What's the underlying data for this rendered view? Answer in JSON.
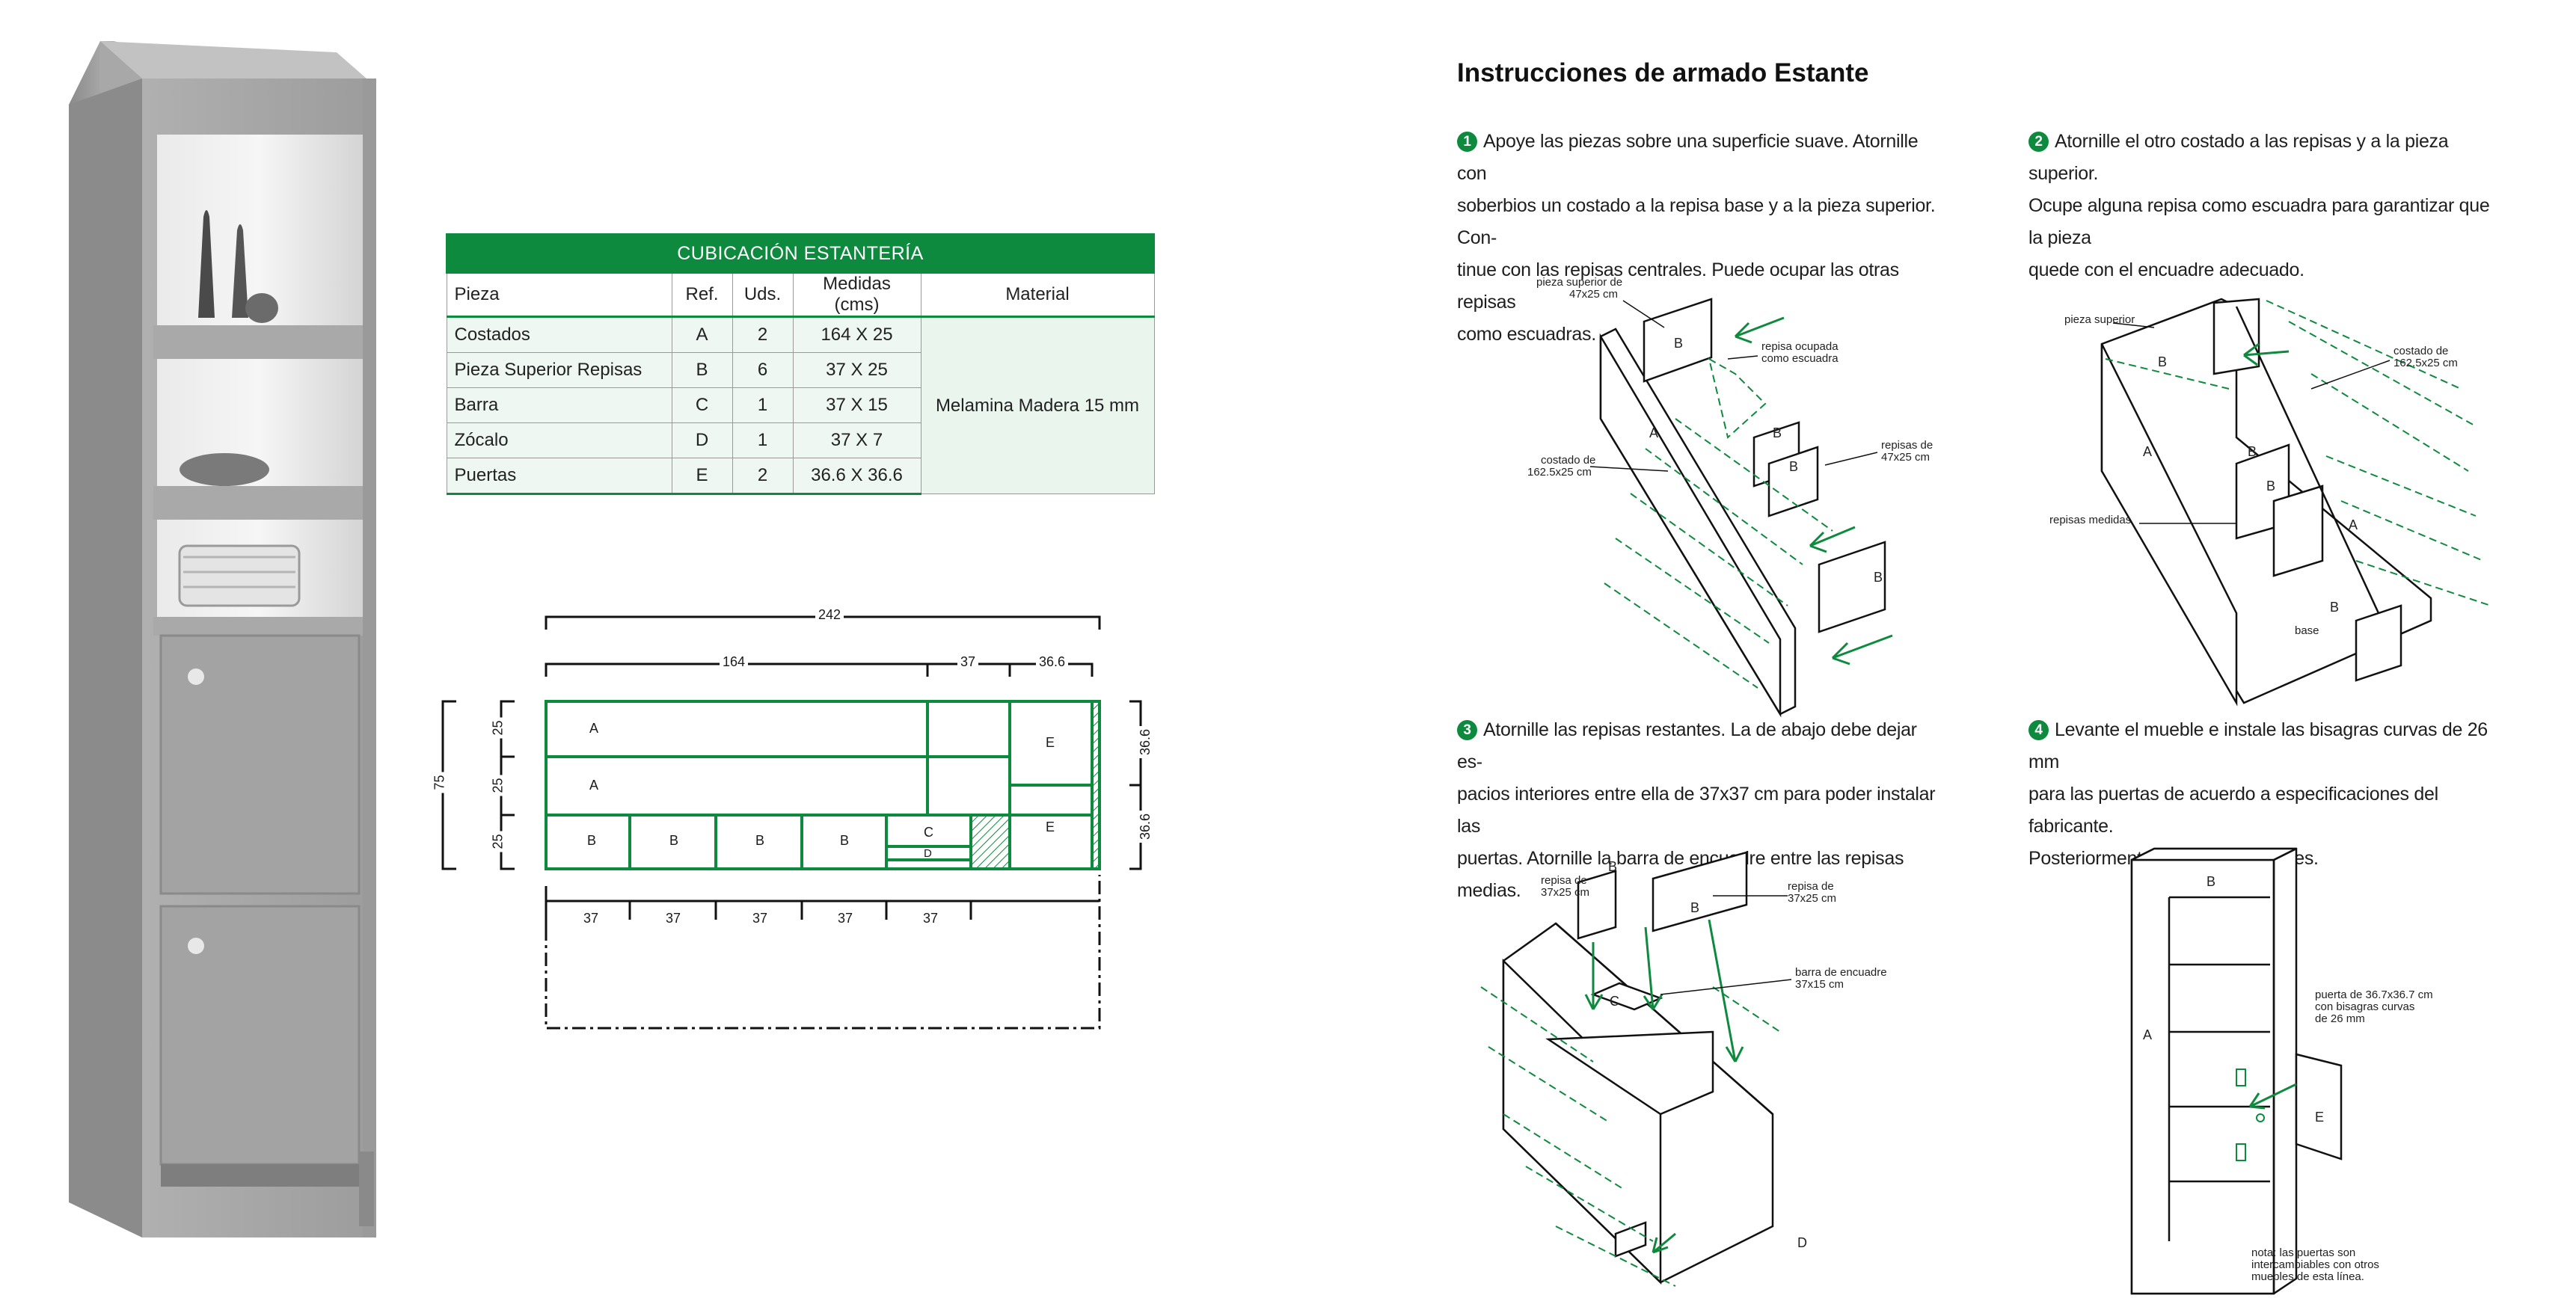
{
  "table": {
    "title": "CUBICACIÓN ESTANTERÍA",
    "headers": [
      "Pieza",
      "Ref.",
      "Uds.",
      "Medidas (cms)",
      "Material"
    ],
    "rows": [
      {
        "pieza": "Costados",
        "ref": "A",
        "uds": "2",
        "medidas": "164 X 25"
      },
      {
        "pieza": "Pieza Superior Repisas",
        "ref": "B",
        "uds": "6",
        "medidas": "37 X 25"
      },
      {
        "pieza": "Barra",
        "ref": "C",
        "uds": "1",
        "medidas": "37 X 15"
      },
      {
        "pieza": "Zócalo",
        "ref": "D",
        "uds": "1",
        "medidas": "37 X 7"
      },
      {
        "pieza": "Puertas",
        "ref": "E",
        "uds": "2",
        "medidas": "36.6 X 36.6"
      }
    ],
    "material": "Melamina Madera 15 mm"
  },
  "cutting_diagram": {
    "top_total": "242",
    "top_dims": [
      "164",
      "37",
      "36.6"
    ],
    "left_total": "75",
    "left_dims": [
      "25",
      "25",
      "25"
    ],
    "right_dims": [
      "36.6",
      "36.6"
    ],
    "bottom_dims": [
      "37",
      "37",
      "37",
      "37",
      "37"
    ],
    "piece_labels": {
      "a1": "A",
      "a2": "A",
      "b1": "B",
      "b2": "B",
      "b3": "B",
      "b4": "B",
      "c": "C",
      "d": "D",
      "e1": "E",
      "e2": "E"
    }
  },
  "instructions": {
    "title": "Instrucciones de armado Estante",
    "steps": [
      {
        "num": "1",
        "lines": [
          "Apoye las piezas sobre una superficie suave. Atornille con",
          "soberbios un costado a la repisa base y a la pieza superior. Con-",
          "tinue con las repisas centrales. Puede ocupar las otras repisas",
          "como escuadras."
        ]
      },
      {
        "num": "2",
        "lines": [
          "Atornille el otro costado a las repisas y a la pieza superior.",
          "Ocupe alguna repisa como escuadra para garantizar que la pieza",
          "quede con el encuadre adecuado."
        ]
      },
      {
        "num": "3",
        "lines": [
          "Atornille las repisas restantes. La de abajo debe dejar es-",
          "pacios interiores entre ella de 37x37 cm para poder instalar las",
          "puertas. Atornille la barra de encuadre entre las repisas medias."
        ]
      },
      {
        "num": "4",
        "lines": [
          "Levante el mueble e instale las bisagras curvas de 26 mm",
          "para las puertas de acuerdo a especificaciones del fabricante.",
          "Posteriormente instale los tiradores."
        ]
      }
    ]
  },
  "diagram1": {
    "label_top_1": "pieza superior de",
    "label_top_2": "47x25 cm",
    "label_ocupada_1": "repisa ocupada",
    "label_ocupada_2": "como escuadra",
    "label_costado_1": "costado de",
    "label_costado_2": "162.5x25 cm",
    "label_repisas_1": "repisas de",
    "label_repisas_2": "47x25 cm",
    "a": "A",
    "b1": "B",
    "b2": "B",
    "b3": "B",
    "b4": "B"
  },
  "diagram2": {
    "label_superior": "pieza superior",
    "label_costado_1": "costado de",
    "label_costado_2": "162.5x25 cm",
    "label_medidas": "repisas medidas",
    "label_base": "base",
    "a1": "A",
    "a2": "A",
    "b1": "B",
    "b2": "B",
    "b3": "B",
    "b4": "B"
  },
  "diagram3": {
    "label_repisa1_1": "repisa de",
    "label_repisa1_2": "37x25 cm",
    "label_repisa2_1": "repisa de",
    "label_repisa2_2": "37x25 cm",
    "label_barra_1": "barra de encuadre",
    "label_barra_2": "37x15 cm",
    "b1": "B",
    "b2": "B",
    "c": "C",
    "d": "D"
  },
  "diagram4": {
    "label_puerta_1": "puerta de 36.7x36.7 cm",
    "label_puerta_2": "con bisagras curvas",
    "label_puerta_3": "de 26 mm",
    "nota_1": "nota: las puertas son",
    "nota_2": "intercambiables con otros",
    "nota_3": "muebles de esta línea.",
    "a": "A",
    "b": "B",
    "e": "E"
  },
  "colors": {
    "accent": "#0e8a3e",
    "line": "#1a1a1a",
    "furniture": "#9b9b9b"
  }
}
